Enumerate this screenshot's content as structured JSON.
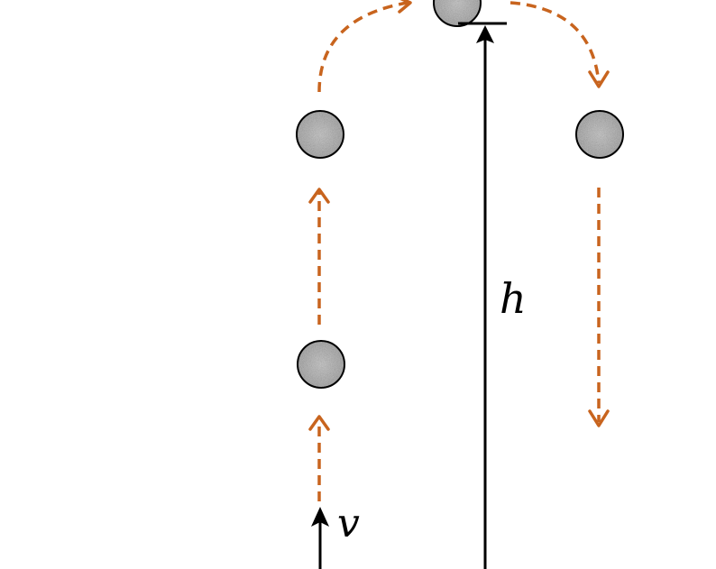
{
  "labels": {
    "height": "h",
    "velocity": "v"
  },
  "colors": {
    "path": "#C8641E",
    "arrow": "#000000",
    "ball_fill": "#a8a8a8",
    "ball_stroke": "#000000",
    "background": "#ffffff"
  },
  "icons": {
    "ball": "circle",
    "arrowhead": "chevron"
  }
}
